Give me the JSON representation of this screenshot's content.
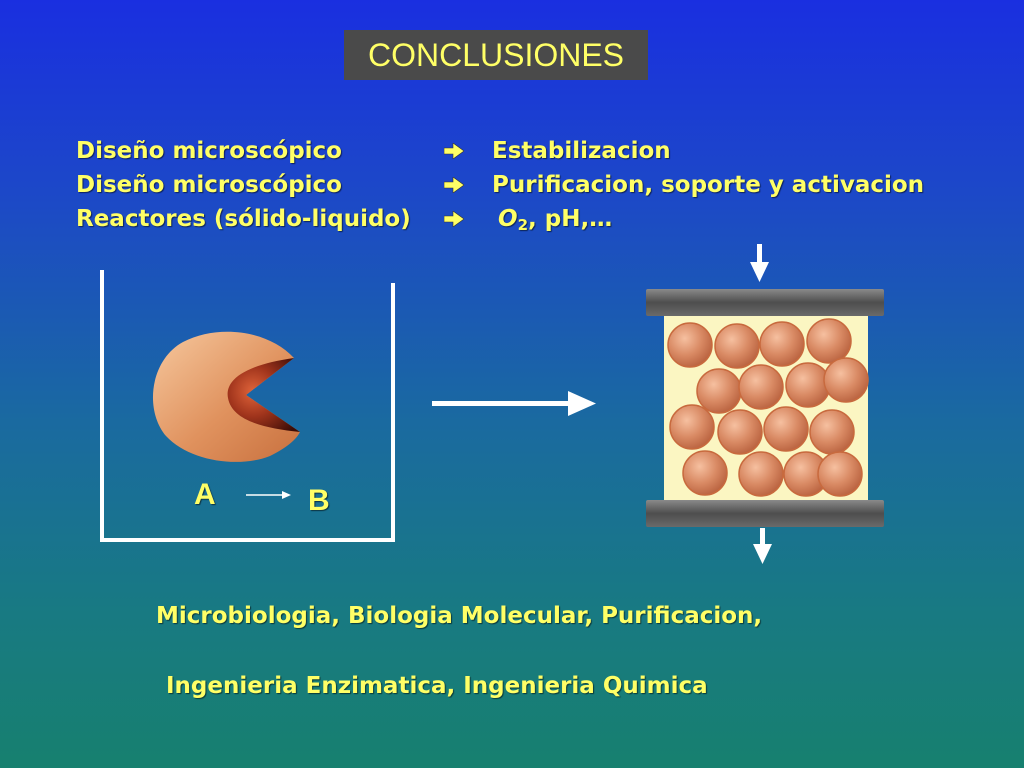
{
  "title": "CONCLUSIONES",
  "conclusions": [
    {
      "left": "Diseño microscópico",
      "right": "Estabilizacion"
    },
    {
      "left": "Diseño microscópico",
      "right": "Purificacion, soporte y activacion"
    },
    {
      "left": "Reactores (sólido-liquido)",
      "right_main": "O",
      "right_sub": "2",
      "right_tail": ", pH,…"
    }
  ],
  "reaction": {
    "substrate": "A",
    "product": "B"
  },
  "fields": [
    "Microbiologia, Biologia Molecular, Purificacion,",
    "Ingenieria Enzimatica, Ingenieria Quimica"
  ],
  "colors": {
    "title_bg": "#4a4a4a",
    "text": "#ffff66",
    "bead": "#cf7a56",
    "reactor_bg": "#fbf6c2",
    "plate": "#5c5c5c"
  },
  "icons": [
    "right-arrow-icon",
    "down-arrow-icon",
    "enzyme-icon",
    "bead-icon"
  ]
}
